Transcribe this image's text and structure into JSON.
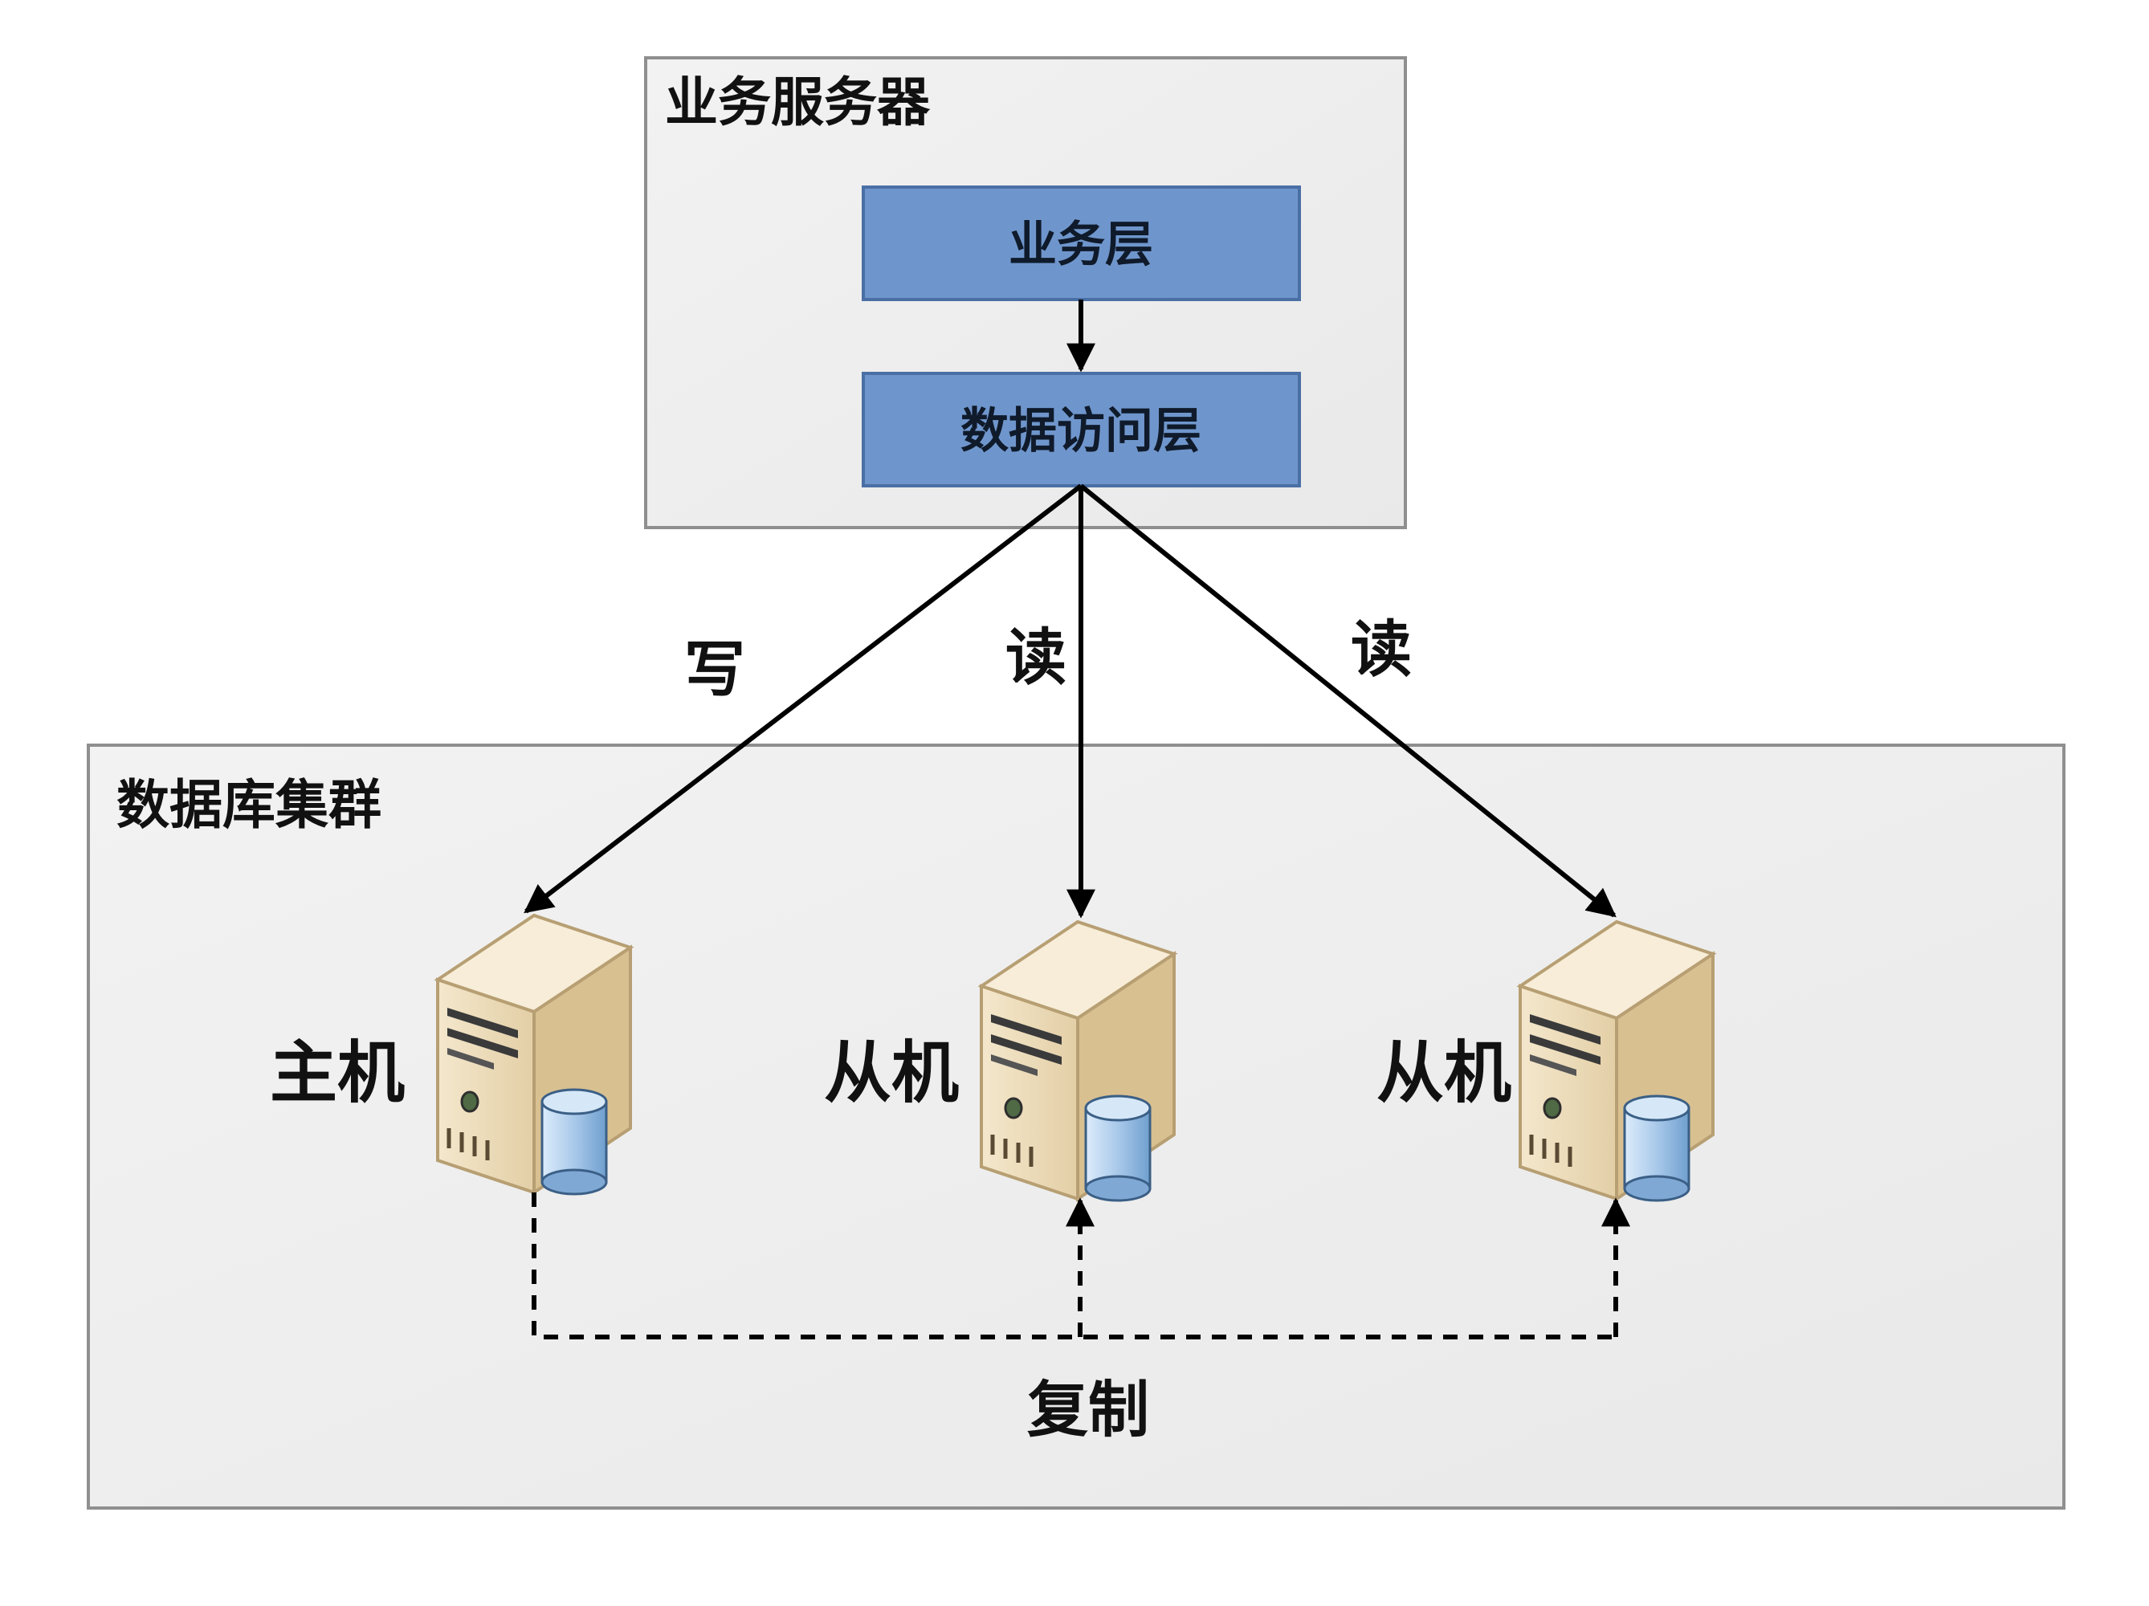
{
  "business_server": {
    "title": "业务服务器",
    "business_layer": "业务层",
    "data_access_layer": "数据访问层"
  },
  "cluster": {
    "title": "数据库集群",
    "master_label": "主机",
    "slave1_label": "从机",
    "slave2_label": "从机"
  },
  "edges": {
    "write_label": "写",
    "read1_label": "读",
    "read2_label": "读",
    "replication_label": "复制"
  },
  "colors": {
    "layer_fill": "#6f96cc",
    "layer_stroke": "#4a6fa5",
    "panel_fill": "#eeeeee",
    "panel_stroke": "#8f8f8f",
    "server_body": "#ead9b8",
    "disk_fill": "#a9c9ea"
  }
}
